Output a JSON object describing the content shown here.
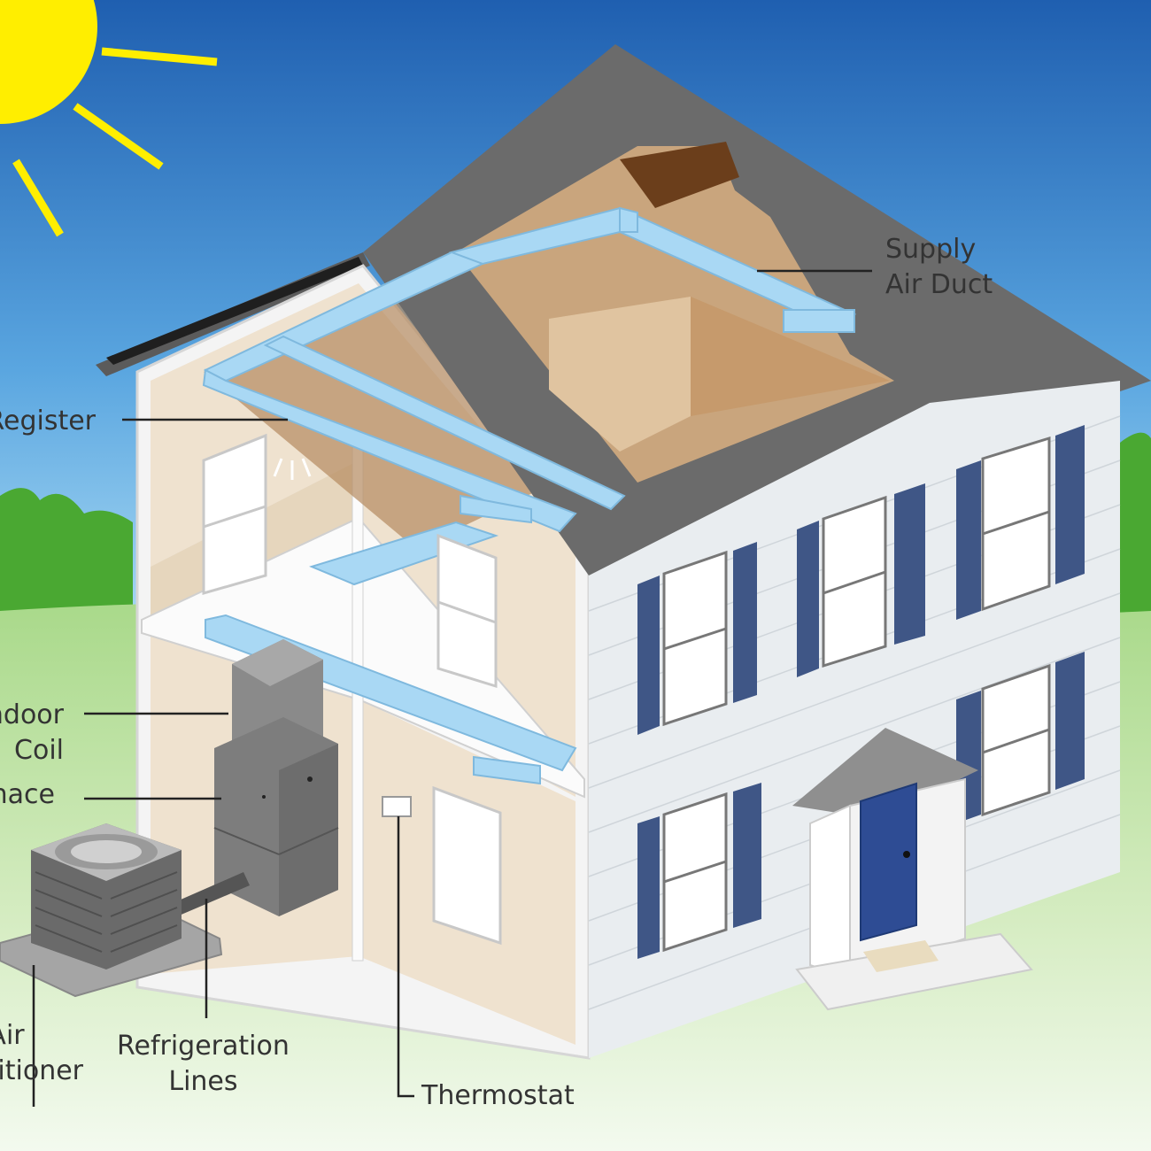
{
  "labels": {
    "supply_air_duct": [
      "Supply",
      "Air Duct"
    ],
    "register": "Register",
    "indoor_coil": [
      "Indoor",
      "Coil"
    ],
    "furnace": "Furnace",
    "air_conditioner": [
      "Air",
      "Conditioner"
    ],
    "refrigeration_lines": [
      "Refrigeration",
      "Lines"
    ],
    "thermostat": "Thermostat"
  },
  "colors": {
    "sky_top": "#1f5fb0",
    "sky_bottom": "#8fd0f3",
    "sun": "#ffee00",
    "grass": "#cfe8b0",
    "trees": "#4aa832",
    "roof": "#6b6b6b",
    "siding": "#e9edf0",
    "shutters": "#3f5686",
    "duct": "#a9d8f4",
    "interior_wall": "#efe2cf",
    "attic_wood": "#b58a60",
    "unit_gray": "#7d7d7d",
    "text": "#333333"
  }
}
